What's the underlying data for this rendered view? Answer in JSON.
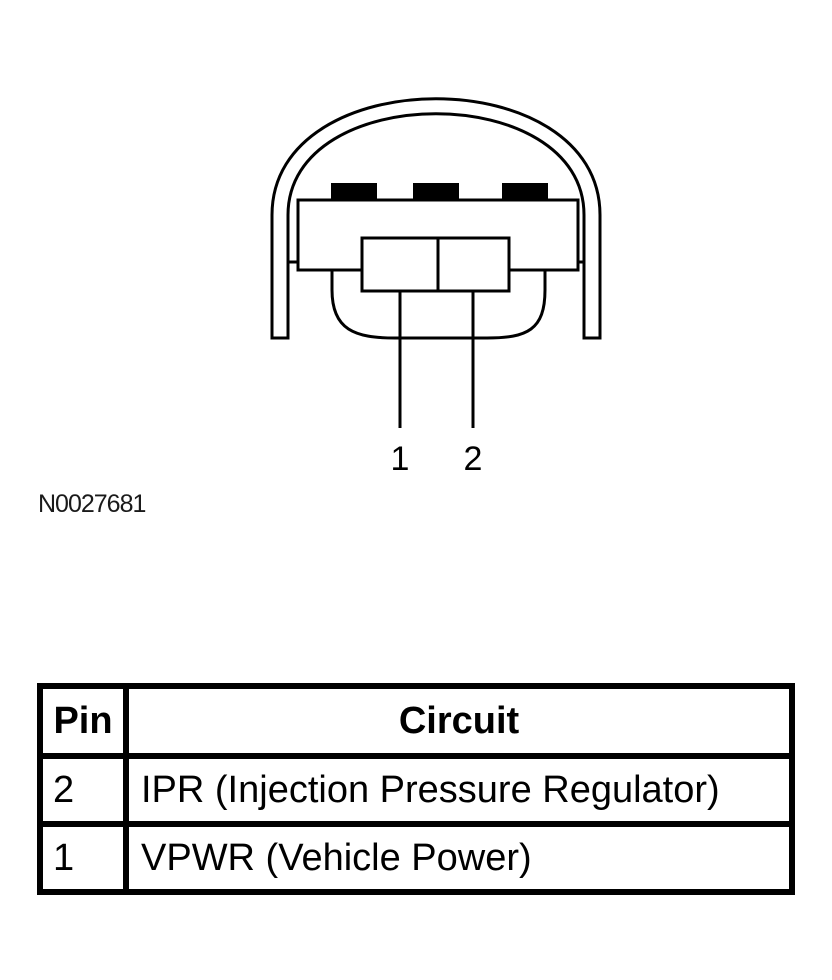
{
  "diagram": {
    "pin_labels": [
      "1",
      "2"
    ],
    "figure_id": "N0027681"
  },
  "table": {
    "headers": {
      "pin": "Pin",
      "circuit": "Circuit"
    },
    "rows": [
      {
        "pin": "2",
        "circuit": "IPR (Injection Pressure Regulator)"
      },
      {
        "pin": "1",
        "circuit": "VPWR (Vehicle Power)"
      }
    ]
  }
}
